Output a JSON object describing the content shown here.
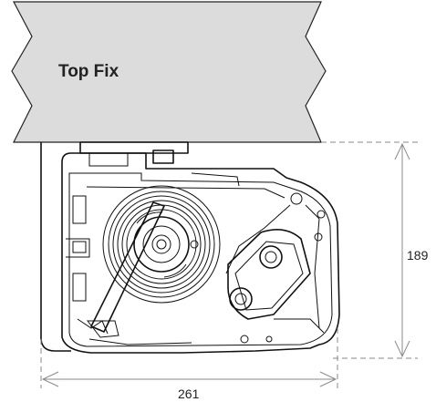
{
  "diagram": {
    "banner_label": "Top Fix",
    "height_dimension": "189",
    "width_dimension": "261",
    "colors": {
      "banner_fill": "#dcdcdc",
      "outline": "#111111",
      "dimension_lines": "#8a8a8a",
      "text": "#222222"
    }
  }
}
